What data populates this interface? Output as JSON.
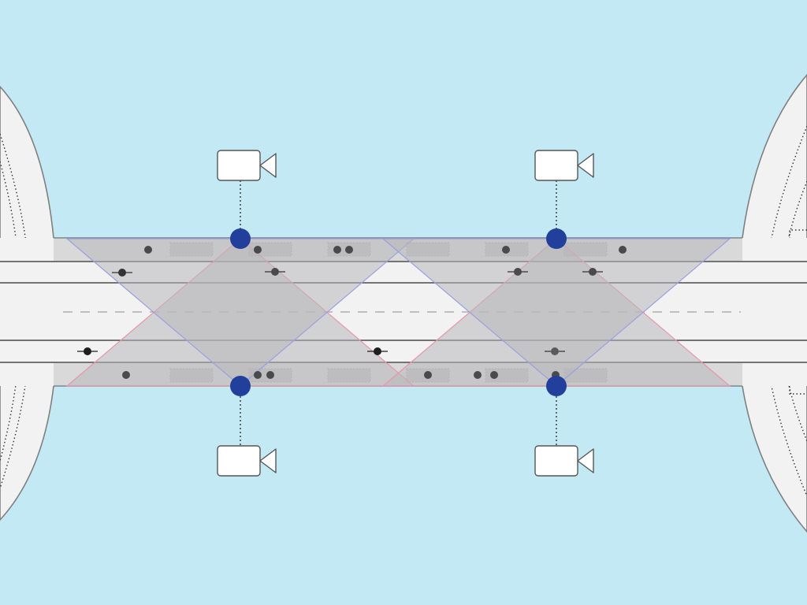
{
  "colors": {
    "water": "#c3e9f5",
    "deck": "#f2f2f2",
    "outline": "#808080",
    "lane_line": "#4a4a4a",
    "center_dash": "#b0b0b0",
    "sidewalk_band": "#d9d9d9",
    "bench": "#c4c4c4",
    "coverage_fill": "#b8b8bc",
    "view_edge_blue": "#9a9fe0",
    "view_edge_red": "#e895a8",
    "camera_node": "#233f9c",
    "camera_body": "#ffffff",
    "pedestrian": "#4a4a4a",
    "vehicle": "#1e1e1e"
  },
  "icons": {
    "camera": "video-camera-icon",
    "camera_node": "camera-node-dot",
    "pedestrian": "pedestrian-dot",
    "vehicle": "vehicle-dot"
  },
  "cameras": [
    {
      "id": "cam-1",
      "side": "north"
    },
    {
      "id": "cam-2",
      "side": "north"
    },
    {
      "id": "cam-3",
      "side": "south"
    },
    {
      "id": "cam-4",
      "side": "south"
    }
  ]
}
